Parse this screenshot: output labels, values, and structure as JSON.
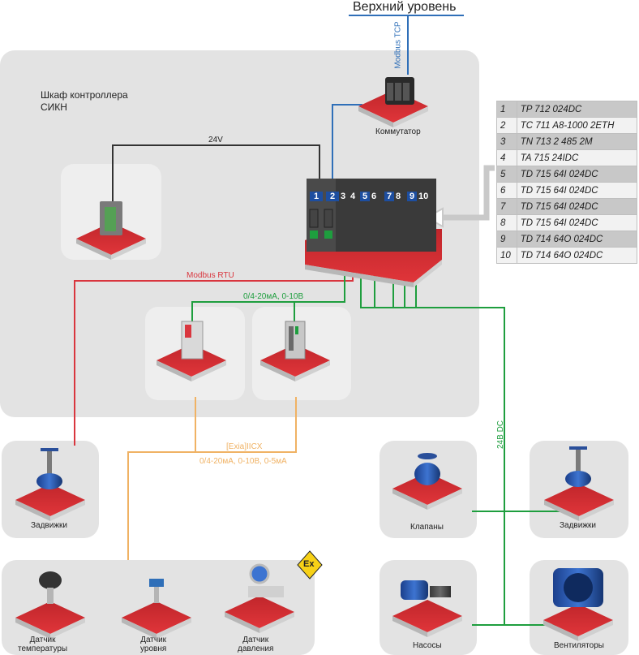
{
  "top_level": {
    "title": "Верхний уровень",
    "protocol": "Modbus TCP"
  },
  "cabinet": {
    "title_line1": "Шкаф контроллера",
    "title_line2": "СИКН"
  },
  "devices": {
    "switch": "Коммутатор",
    "power_wire": "24V",
    "modbus_rtu": "Modbus RTU",
    "analog_signal": "0/4-20мА, 0-10В",
    "exia_line1": "[Exia]IICX",
    "exia_line2": "0/4-20мА, 0-10В, 0-5мА",
    "dc24": "24В DC",
    "ex_mark": "Ex"
  },
  "field": {
    "valves_left": "Задвижки",
    "valves_main": "Клапаны",
    "valves_right": "Задвижки",
    "pumps": "Насосы",
    "fans": "Вентиляторы",
    "temp_line1": "Датчик",
    "temp_line2": "температуры",
    "level_line1": "Датчик",
    "level_line2": "уровня",
    "press_line1": "Датчик",
    "press_line2": "давления"
  },
  "slots": [
    "1",
    "2",
    "3",
    "4",
    "5",
    "6",
    "7",
    "8",
    "9",
    "10"
  ],
  "modules": [
    {
      "num": "1",
      "name": "TP 712 024DC"
    },
    {
      "num": "2",
      "name": "TC 711 A8-1000 2ETH"
    },
    {
      "num": "3",
      "name": "TN 713 2 485 2M"
    },
    {
      "num": "4",
      "name": "TA 715 24IDC"
    },
    {
      "num": "5",
      "name": "TD 715 64I 024DC"
    },
    {
      "num": "6",
      "name": "TD 715 64I 024DC"
    },
    {
      "num": "7",
      "name": "TD 715 64I 024DC"
    },
    {
      "num": "8",
      "name": "TD 715 64I 024DC"
    },
    {
      "num": "9",
      "name": "TD 714 64O 024DC"
    },
    {
      "num": "10",
      "name": "TD 714 64O 024DC"
    }
  ],
  "colors": {
    "ethernet": "#2f6fb8",
    "rtu": "#d9363e",
    "analog": "#1e9e3e",
    "exia": "#f0b264",
    "power": "#333333",
    "dc": "#1e9e3e"
  }
}
